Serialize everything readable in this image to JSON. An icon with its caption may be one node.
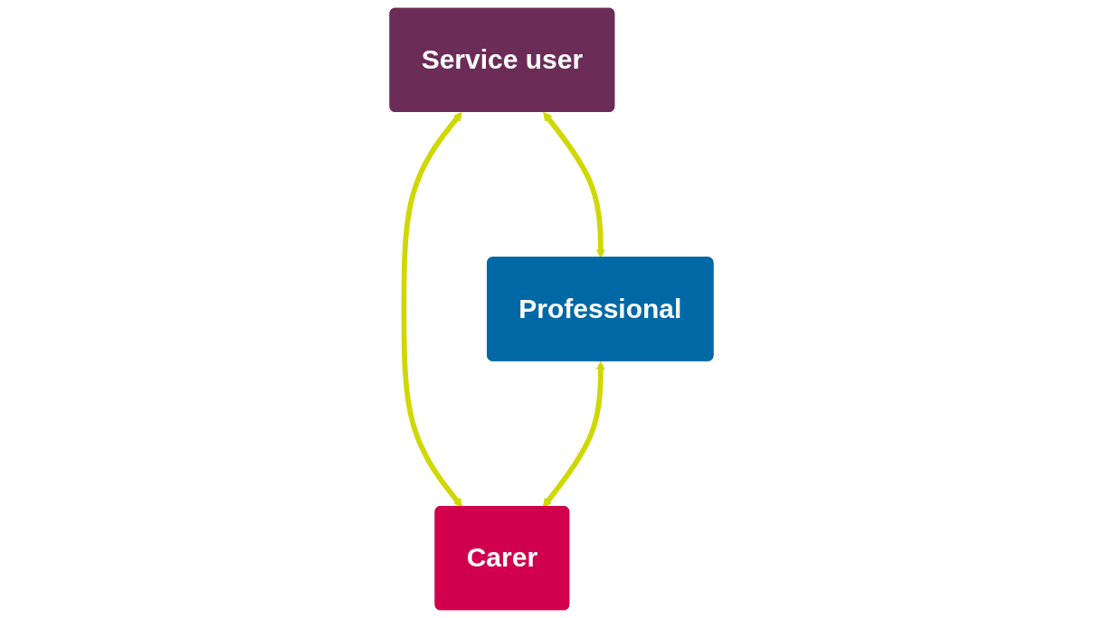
{
  "diagram": {
    "nodes": [
      {
        "text": [
          "Service user"
        ]
      },
      {
        "text": [
          "Professional"
        ]
      },
      {
        "text": [
          "Carer"
        ]
      }
    ],
    "edges": [
      {
        "from": 0,
        "to": 1,
        "arrow": "both",
        "color": "#cfd800"
      },
      {
        "from": 0,
        "to": 2,
        "arrow": "both",
        "color": "#cfd800"
      },
      {
        "from": 1,
        "to": 2,
        "arrow": "both",
        "color": "#cfd800"
      }
    ]
  }
}
